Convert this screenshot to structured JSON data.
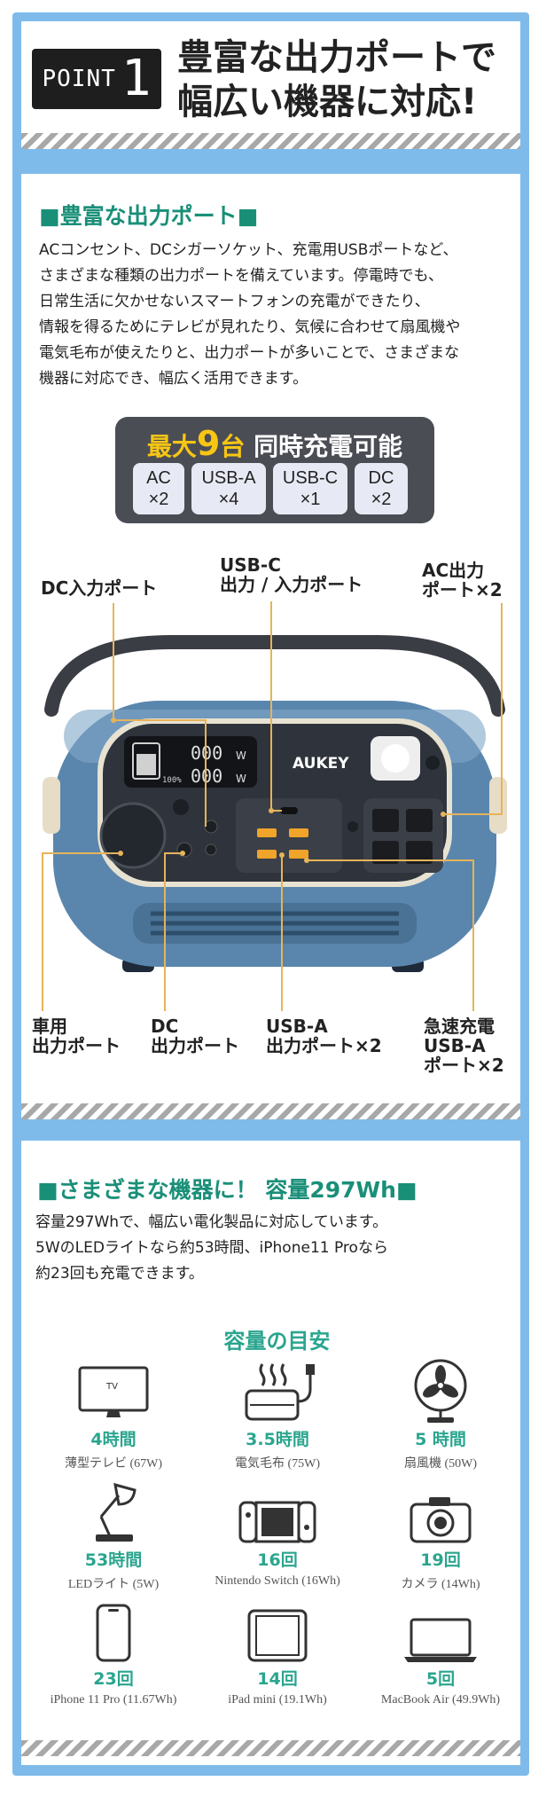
{
  "header": {
    "point_label": "POINT",
    "point_number": "1",
    "headline_1": "豊富な出力ポートで",
    "headline_2": "幅広い機器に対応!"
  },
  "section1": {
    "title": "■豊富な出力ポート■",
    "body": [
      "ACコンセント、DCシガーソケット、充電用USBポートなど、",
      "さまざまな種類の出力ポートを備えています。停電時でも、",
      "日常生活に欠かせないスマートフォンの充電ができたり、",
      "情報を得るためにテレビが見れたり、気候に合わせて扇風機や",
      "電気毛布が使えたりと、出力ポートが多いことで、さまざまな",
      "機器に対応でき、幅広く活用できます。"
    ],
    "panel": {
      "prefix": "最大",
      "number": "9",
      "unit": "台",
      "suffix": " 同時充電可能",
      "ports": [
        {
          "name": "AC",
          "count": "×2"
        },
        {
          "name": "USB-A",
          "count": "×4"
        },
        {
          "name": "USB-C",
          "count": "×1"
        },
        {
          "name": "DC",
          "count": "×2"
        }
      ]
    },
    "labels": {
      "dc_input": "DC入力ポート",
      "usbc_1": "USB-C",
      "usbc_2": "出力 / 入力ポート",
      "ac_1": "AC出力",
      "ac_2": "ポート×2",
      "car_1": "車用",
      "car_2": "出力ポート",
      "dc_1": "DC",
      "dc_2": "出力ポート",
      "usba_1": "USB-A",
      "usba_2": "出力ポート×2",
      "fast_1": "急速充電",
      "fast_2": "USB-A",
      "fast_3": "ポート×2"
    },
    "device": {
      "brand": "AUKEY",
      "display_value": "000",
      "display_unit": "W",
      "battery": "100%"
    }
  },
  "section2": {
    "title": "■さまざまな機器に！ 容量297Wh■",
    "body": [
      "容量297Whで、幅広い電化製品に対応しています。",
      "5WのLEDライトなら約53時間、iPhone11 Proなら",
      "約23回も充電できます。"
    ],
    "capacity_title": "容量の目安",
    "items": [
      {
        "icon": "tv-icon",
        "tv_text": "TV",
        "value": "4時間",
        "device": "薄型テレビ (67W)"
      },
      {
        "icon": "electric-blanket-icon",
        "value": "3.5時間",
        "device": "電気毛布 (75W)"
      },
      {
        "icon": "fan-icon",
        "value": "5 時間",
        "device": "扇風機 (50W)"
      },
      {
        "icon": "desk-lamp-icon",
        "value": "53時間",
        "device": "LEDライト (5W)"
      },
      {
        "icon": "game-console-icon",
        "value": "16回",
        "device": "Nintendo Switch (16Wh)"
      },
      {
        "icon": "camera-icon",
        "value": "19回",
        "device": "カメラ (14Wh)"
      },
      {
        "icon": "smartphone-icon",
        "value": "23回",
        "device": "iPhone 11 Pro (11.67Wh)"
      },
      {
        "icon": "tablet-icon",
        "value": "14回",
        "device": "iPad mini (19.1Wh)"
      },
      {
        "icon": "laptop-icon",
        "value": "5回",
        "device": "MacBook Air (49.9Wh)"
      }
    ]
  }
}
